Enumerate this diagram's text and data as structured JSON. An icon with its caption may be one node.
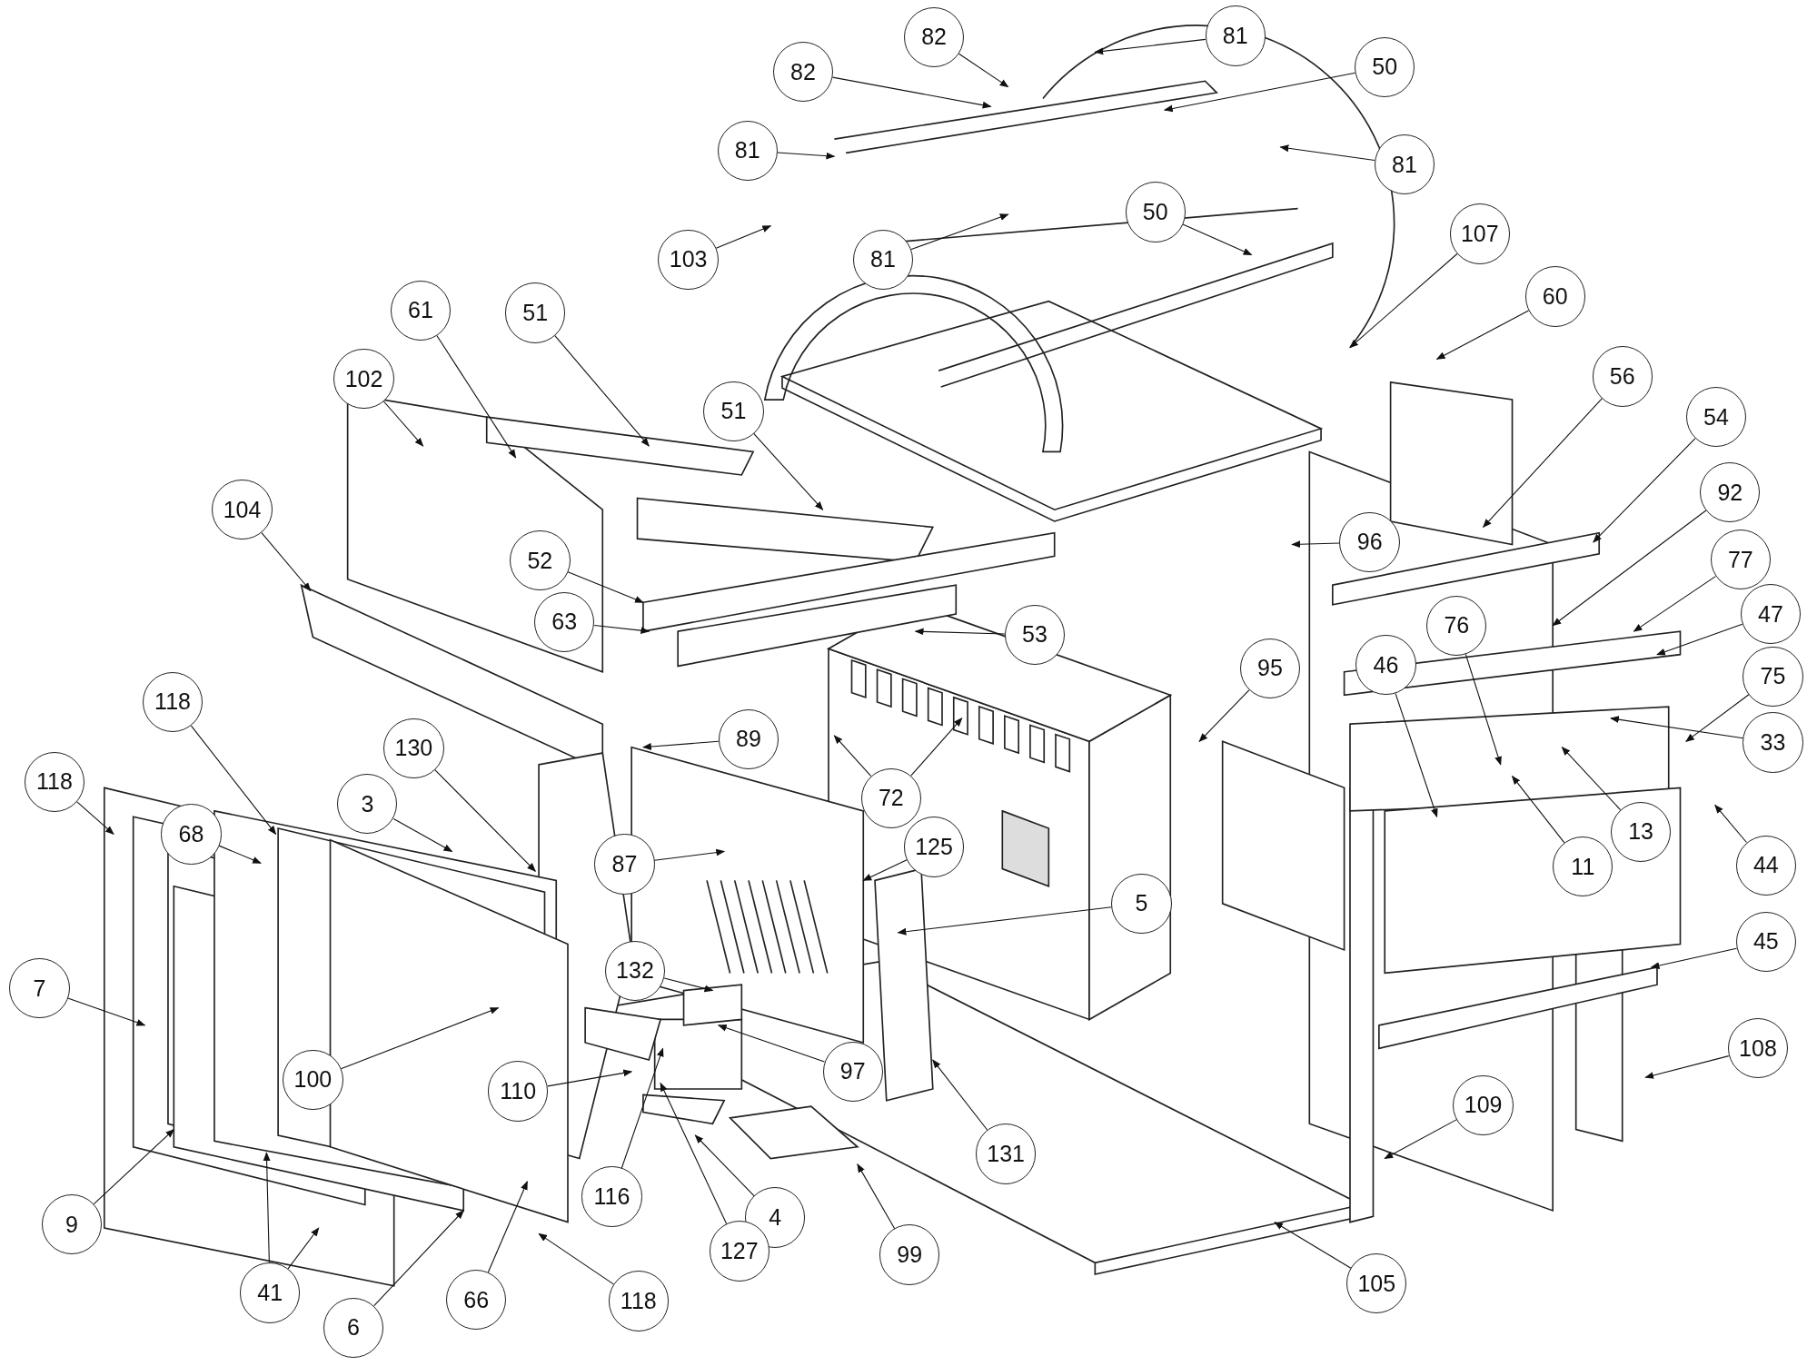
{
  "diagram": {
    "nodes": [
      {
        "text": [
          "82"
        ]
      },
      {
        "text": [
          "82"
        ]
      },
      {
        "text": [
          "81"
        ]
      },
      {
        "text": [
          "50"
        ]
      },
      {
        "text": [
          "81"
        ]
      },
      {
        "text": [
          "81"
        ]
      },
      {
        "text": [
          "103"
        ]
      },
      {
        "text": [
          "81"
        ]
      },
      {
        "text": [
          "50"
        ]
      },
      {
        "text": [
          "107"
        ]
      },
      {
        "text": [
          "60"
        ]
      },
      {
        "text": [
          "61"
        ]
      },
      {
        "text": [
          "51"
        ]
      },
      {
        "text": [
          "102"
        ]
      },
      {
        "text": [
          "51"
        ]
      },
      {
        "text": [
          "56"
        ]
      },
      {
        "text": [
          "54"
        ]
      },
      {
        "text": [
          "92"
        ]
      },
      {
        "text": [
          "104"
        ]
      },
      {
        "text": [
          "96"
        ]
      },
      {
        "text": [
          "52"
        ]
      },
      {
        "text": [
          "77"
        ]
      },
      {
        "text": [
          "47"
        ]
      },
      {
        "text": [
          "63"
        ]
      },
      {
        "text": [
          "53"
        ]
      },
      {
        "text": [
          "76"
        ]
      },
      {
        "text": [
          "46"
        ]
      },
      {
        "text": [
          "95"
        ]
      },
      {
        "text": [
          "75"
        ]
      },
      {
        "text": [
          "118"
        ]
      },
      {
        "text": [
          "33"
        ]
      },
      {
        "text": [
          "89"
        ]
      },
      {
        "text": [
          "130"
        ]
      },
      {
        "text": [
          "118"
        ]
      },
      {
        "text": [
          "72"
        ]
      },
      {
        "text": [
          "3"
        ]
      },
      {
        "text": [
          "68"
        ]
      },
      {
        "text": [
          "125"
        ]
      },
      {
        "text": [
          "87"
        ]
      },
      {
        "text": [
          "44"
        ]
      },
      {
        "text": [
          "11"
        ]
      },
      {
        "text": [
          "13"
        ]
      },
      {
        "text": [
          "5"
        ]
      },
      {
        "text": [
          "45"
        ]
      },
      {
        "text": [
          "7"
        ]
      },
      {
        "text": [
          "132"
        ]
      },
      {
        "text": [
          "108"
        ]
      },
      {
        "text": [
          "100"
        ]
      },
      {
        "text": [
          "97"
        ]
      },
      {
        "text": [
          "110"
        ]
      },
      {
        "text": [
          "109"
        ]
      },
      {
        "text": [
          "131"
        ]
      },
      {
        "text": [
          "116"
        ]
      },
      {
        "text": [
          "4"
        ]
      },
      {
        "text": [
          "9"
        ]
      },
      {
        "text": [
          "99"
        ]
      },
      {
        "text": [
          "127"
        ]
      },
      {
        "text": [
          "105"
        ]
      },
      {
        "text": [
          "41"
        ]
      },
      {
        "text": [
          "6"
        ]
      },
      {
        "text": [
          "66"
        ]
      },
      {
        "text": [
          "118"
        ]
      }
    ],
    "edges": [
      {
        "from": 0,
        "to": null,
        "arrow": "to"
      },
      {
        "from": 1,
        "to": null,
        "arrow": "to"
      },
      {
        "from": 2,
        "to": null,
        "arrow": "to"
      },
      {
        "from": 3,
        "to": null,
        "arrow": "to"
      },
      {
        "from": 4,
        "to": null,
        "arrow": "to"
      },
      {
        "from": 5,
        "to": null,
        "arrow": "to"
      },
      {
        "from": 6,
        "to": null,
        "arrow": "to"
      },
      {
        "from": 7,
        "to": null,
        "arrow": "to"
      },
      {
        "from": 8,
        "to": null,
        "arrow": "to"
      },
      {
        "from": 9,
        "to": null,
        "arrow": "to"
      },
      {
        "from": 10,
        "to": null,
        "arrow": "to"
      },
      {
        "from": 11,
        "to": null,
        "arrow": "to"
      },
      {
        "from": 12,
        "to": null,
        "arrow": "to"
      },
      {
        "from": 13,
        "to": null,
        "arrow": "to"
      },
      {
        "from": 14,
        "to": null,
        "arrow": "to"
      },
      {
        "from": 15,
        "to": null,
        "arrow": "to"
      },
      {
        "from": 16,
        "to": null,
        "arrow": "to"
      },
      {
        "from": 17,
        "to": null,
        "arrow": "to"
      },
      {
        "from": 18,
        "to": null,
        "arrow": "to"
      },
      {
        "from": 19,
        "to": null,
        "arrow": "to"
      },
      {
        "from": 20,
        "to": null,
        "arrow": "to"
      },
      {
        "from": 21,
        "to": null,
        "arrow": "to"
      },
      {
        "from": 22,
        "to": null,
        "arrow": "to"
      },
      {
        "from": 23,
        "to": null,
        "arrow": "to"
      },
      {
        "from": 24,
        "to": null,
        "arrow": "to"
      },
      {
        "from": 25,
        "to": null,
        "arrow": "to"
      },
      {
        "from": 26,
        "to": null,
        "arrow": "to"
      },
      {
        "from": 27,
        "to": null,
        "arrow": "to"
      },
      {
        "from": 28,
        "to": null,
        "arrow": "to"
      },
      {
        "from": 29,
        "to": null,
        "arrow": "to"
      },
      {
        "from": 30,
        "to": null,
        "arrow": "to"
      },
      {
        "from": 31,
        "to": null,
        "arrow": "to"
      },
      {
        "from": 32,
        "to": null,
        "arrow": "to"
      },
      {
        "from": 33,
        "to": null,
        "arrow": "to"
      },
      {
        "from": 34,
        "to": null,
        "arrow": "to"
      },
      {
        "from": 34,
        "to": null,
        "arrow": "to"
      },
      {
        "from": 35,
        "to": null,
        "arrow": "to"
      },
      {
        "from": 36,
        "to": null,
        "arrow": "to"
      },
      {
        "from": 37,
        "to": null,
        "arrow": "to"
      },
      {
        "from": 38,
        "to": null,
        "arrow": "to"
      },
      {
        "from": 39,
        "to": null,
        "arrow": "to"
      },
      {
        "from": 40,
        "to": null,
        "arrow": "to"
      },
      {
        "from": 41,
        "to": null,
        "arrow": "to"
      },
      {
        "from": 42,
        "to": null,
        "arrow": "to"
      },
      {
        "from": 43,
        "to": null,
        "arrow": "to"
      },
      {
        "from": 44,
        "to": null,
        "arrow": "to"
      },
      {
        "from": 45,
        "to": null,
        "arrow": "to"
      },
      {
        "from": 46,
        "to": null,
        "arrow": "to"
      },
      {
        "from": 47,
        "to": null,
        "arrow": "to"
      },
      {
        "from": 48,
        "to": null,
        "arrow": "to"
      },
      {
        "from": 49,
        "to": null,
        "arrow": "to"
      },
      {
        "from": 50,
        "to": null,
        "arrow": "to"
      },
      {
        "from": 51,
        "to": null,
        "arrow": "to"
      },
      {
        "from": 52,
        "to": null,
        "arrow": "to"
      },
      {
        "from": 53,
        "to": null,
        "arrow": "to"
      },
      {
        "from": 54,
        "to": null,
        "arrow": "to"
      },
      {
        "from": 55,
        "to": null,
        "arrow": "to"
      },
      {
        "from": 56,
        "to": null,
        "arrow": "to"
      },
      {
        "from": 57,
        "to": null,
        "arrow": "to"
      },
      {
        "from": 58,
        "to": null,
        "arrow": "to"
      },
      {
        "from": 58,
        "to": null,
        "arrow": "to"
      },
      {
        "from": 59,
        "to": null,
        "arrow": "to"
      },
      {
        "from": 60,
        "to": null,
        "arrow": "to"
      },
      {
        "from": 61,
        "to": null,
        "arrow": "to"
      }
    ]
  }
}
